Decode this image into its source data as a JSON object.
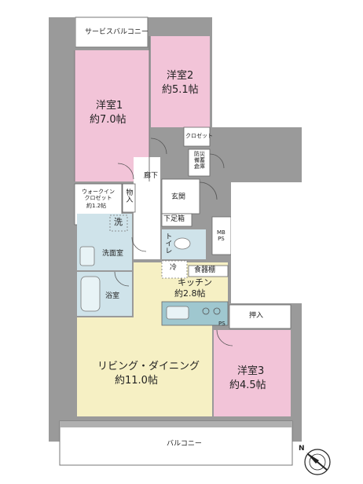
{
  "rooms": {
    "service_balcony": "サービスバルコニー",
    "bedroom1_name": "洋室1",
    "bedroom1_size": "約7.0帖",
    "bedroom2_name": "洋室2",
    "bedroom2_size": "約5.1帖",
    "closet": "クロゼット",
    "storage": "防災\n備蓄\n倉庫",
    "corridor": "廊下",
    "walkin_name": "ウォークイン\nクロゼット",
    "walkin_size": "約1.2帖",
    "mono_ire": "物入",
    "genkan": "玄関",
    "shoe_box": "下足箱",
    "wash": "洗",
    "washroom": "洗面室",
    "toilet": "トイレ",
    "mbps": "MB\nPS",
    "fridge": "冷",
    "cupboard": "食器棚",
    "bath": "浴室",
    "kitchen_name": "キッチン",
    "kitchen_size": "約2.8帖",
    "oshiire": "押入",
    "ldk_name": "リビング・ダイニング",
    "ldk_size": "約11.0帖",
    "bedroom3_name": "洋室3",
    "bedroom3_size": "約4.5帖",
    "balcony": "バルコニー",
    "ps": "PS",
    "compass": "N"
  },
  "colors": {
    "bedroom": "#f2c4d8",
    "floor": "#f6f0c4",
    "wet": "#cfe3ea",
    "wall": "#8c8c8c",
    "balcony": "#ffffff"
  }
}
